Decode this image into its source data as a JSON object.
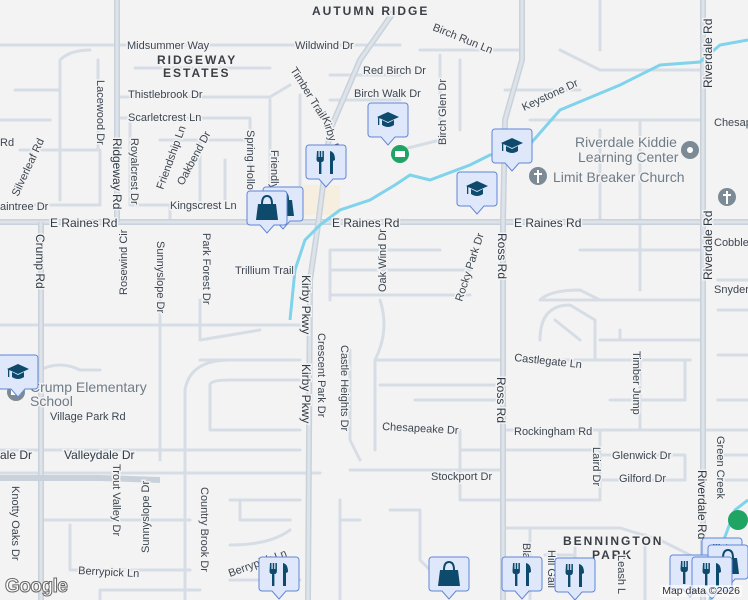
{
  "map": {
    "areas": {
      "autumn_ridge": "AUTUMN RIDGE",
      "ridgeway_1": "RIDGEWAY",
      "ridgeway_2": "ESTATES",
      "bennington_1": "BENNINGTON",
      "bennington_2": "PARK"
    },
    "streets": {
      "midsummer": "Midsummer Way",
      "wildwind": "Wildwind Dr",
      "birch_run": "Birch Run Ln",
      "red_birch": "Red Birch Dr",
      "birch_walk": "Birch Walk Dr",
      "birch_glen": "Birch Glen Dr",
      "keystone": "Keystone Dr",
      "thistlebrook": "Thistlebrook Dr",
      "scarletcrest": "Scarletcrest Ln",
      "timber_trail": "Timber Trail",
      "kirby_top": "Kirby Pkwy",
      "lacewood": "Lacewood Dr",
      "ridgeway_rd": "Ridgeway Rd",
      "royalcrest": "Royalcrest Dr",
      "friendship": "Friendship Ln",
      "oakbend": "Oakbend Dr",
      "spring_hollow": "Spring Hollo",
      "friendship2": "Friendly",
      "silverleaf": "Silverleaf Rd",
      "raintree": "aintree Dr",
      "kingscrest": "Kingscrest Ln",
      "rd_left": "Rd",
      "raines_1": "E Raines Rd",
      "raines_2": "E Raines Rd",
      "raines_3": "E Raines Rd",
      "crump": "Crump Rd",
      "rosewind": "Rosewind Cir",
      "sunnyslope_1": "Sunnyslope Dr",
      "park_forest": "Park Forest Dr",
      "trillium": "Trillium Trail",
      "oak_wind": "Oak Wind Dr",
      "rocky_park": "Rocky Park Dr",
      "ross_1": "Ross Rd",
      "ross_2": "Ross Rd",
      "riverdale_1": "Riverdale Rd",
      "riverdale_2": "Riverdale Rd",
      "riverdale_3": "Riverdale Rd",
      "chesap": "Chesap",
      "cobbles": "Cobbles",
      "snyder": "Snyder",
      "kirby_1": "Kirby Pkwy",
      "kirby_2": "Kirby Pkwy",
      "crescent_park": "Crescent Park Dr",
      "castle_heights": "Castle Heights Dr",
      "castlegate": "Castlegate Ln",
      "timber_jump": "Timber Jump",
      "village_park": "Village Park Rd",
      "valleydale_1": "ale Dr",
      "valleydale_2": "Valleydale Dr",
      "chesapeake": "Chesapeake Dr",
      "rockingham": "Rockingham Rd",
      "glenwick": "Glenwick Dr",
      "gilford": "Gilford Dr",
      "laird": "Laird Dr",
      "stockport": "Stockport Dr",
      "green_creek": "Green Creek",
      "trout_valley": "Trout Valley Dr",
      "sunnyslope_2": "Sunnyslope Dr",
      "country_brook": "Country Brook Dr",
      "knotty_oaks": "Knotty Oaks Dr",
      "berrypick_1": "Berrypick Ln",
      "berrypick_2": "Berrypick Ln",
      "blandford": "Blandfo",
      "hill_gail": "Hill Gail",
      "leash": "Leash L"
    },
    "pois": {
      "kiddie_1": "Riverdale Kiddie",
      "kiddie_2": "Learning Center",
      "church": "Limit Breaker Church",
      "crump_school_1": "Crump Elementary",
      "crump_school_2": "School"
    },
    "markers": [
      "school",
      "school",
      "school",
      "school",
      "restaurant",
      "shopping",
      "shopping",
      "restaurant",
      "restaurant",
      "shopping",
      "restaurant",
      "shopping",
      "restaurant",
      "restaurant"
    ],
    "colors": {
      "background": "#f4f3f4",
      "road": "#d6dde4",
      "creek": "#7fd3ea",
      "marker": "#dfe8fb",
      "marker_icon": "#0e4a6c",
      "poi": "#6f7c86",
      "park": "#1fa463"
    }
  },
  "footer": {
    "logo": "Google",
    "attribution": "Map data ©2026"
  }
}
